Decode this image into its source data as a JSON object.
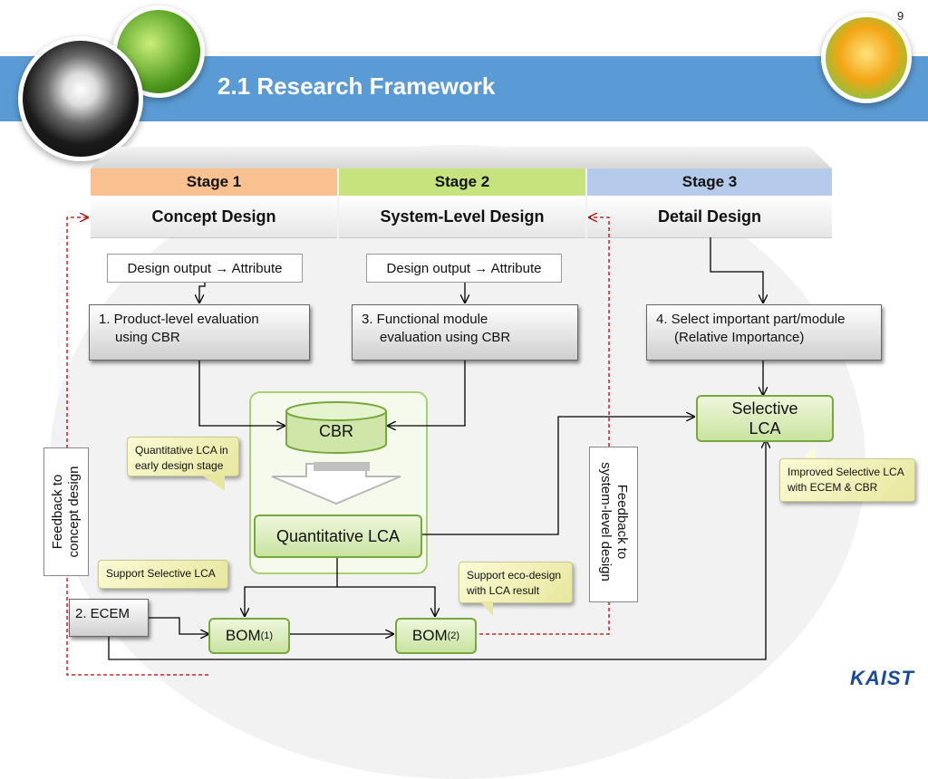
{
  "slide": {
    "page_number": "9",
    "title": "2.1 Research Framework"
  },
  "stages": [
    {
      "label": "Stage 1",
      "subtitle": "Concept Design",
      "color": "#f8c18f"
    },
    {
      "label": "Stage 2",
      "subtitle": "System-Level Design",
      "color": "#c6e37e"
    },
    {
      "label": "Stage 3",
      "subtitle": "Detail Design",
      "color": "#b4cbec"
    }
  ],
  "outputs": {
    "stage1": "Design output → Attribute",
    "stage2": "Design output → Attribute"
  },
  "process": {
    "p1_line1": "1. Product-level evaluation",
    "p1_line2": "using CBR",
    "p3_line1": "3. Functional module",
    "p3_line2": "evaluation using CBR",
    "p4_line1": "4. Select important part/module",
    "p4_line2": "(Relative Importance)",
    "ecem": "2. ECEM"
  },
  "nodes": {
    "cbr": "CBR",
    "quantitative_lca": "Quantitative LCA",
    "selective_lca_line1": "Selective",
    "selective_lca_line2": "LCA",
    "bom1": "BOM",
    "bom1_sup": "(1)",
    "bom2": "BOM",
    "bom2_sup": "(2)"
  },
  "notes": {
    "quant_early_line1": "Quantitative LCA in",
    "quant_early_line2": "early design stage",
    "support_selective": "Support Selective LCA",
    "support_eco_line1": "Support eco-design",
    "support_eco_line2": "with LCA result",
    "improved_line1": "Improved Selective LCA",
    "improved_line2": "with ECEM & CBR"
  },
  "feedback": {
    "concept_line1": "Feedback to",
    "concept_line2": "concept design",
    "system_line1": "Feedback to",
    "system_line2": "system-level design"
  },
  "logo": "KAIST",
  "colors": {
    "banner": "#5b9bd5",
    "feedback_line": "#c00000",
    "green_border": "#77a83b",
    "logo": "#1a4b9b"
  }
}
